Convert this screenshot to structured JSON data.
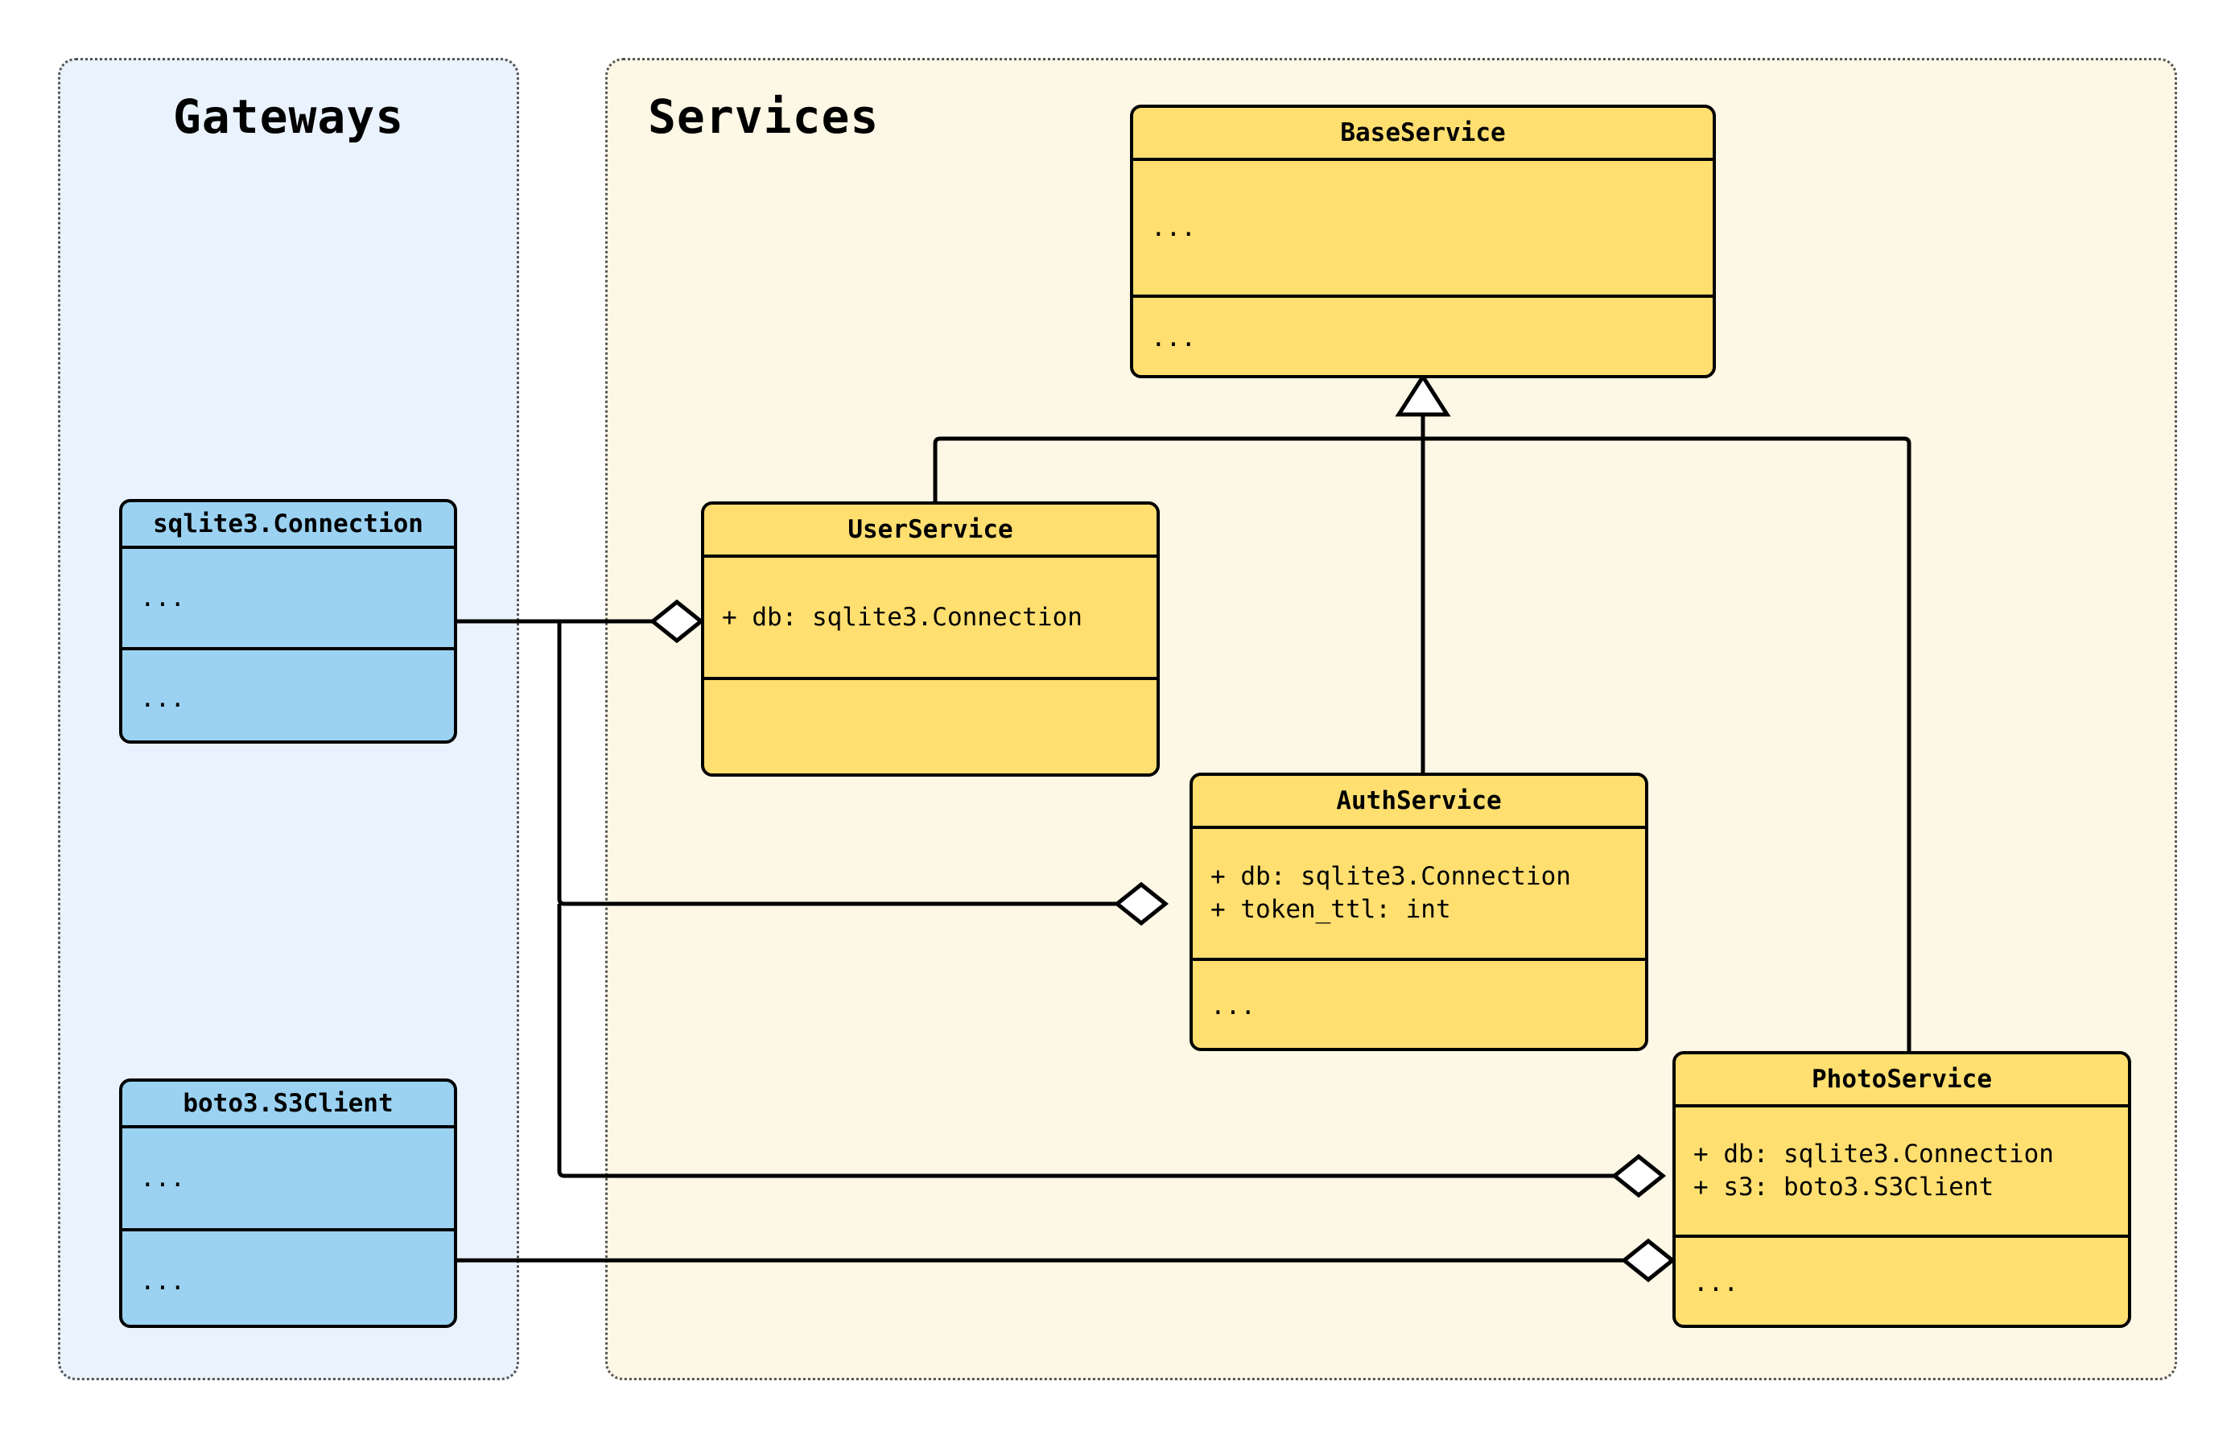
{
  "diagram": {
    "kind": "uml-class-diagram",
    "colors": {
      "class_yellow": "#ffdf70",
      "class_blue": "#9bd2f2",
      "package_gateways_bg": "#eaf3fd",
      "package_services_bg": "#fdf7e5",
      "stroke": "#000000",
      "package_border": "#555555"
    }
  },
  "packages": {
    "gateways": {
      "title": "Gateways"
    },
    "services": {
      "title": "Services"
    }
  },
  "classes": {
    "base_service": {
      "name": "BaseService",
      "attributes": [
        "..."
      ],
      "methods": [
        "..."
      ]
    },
    "user_service": {
      "name": "UserService",
      "attributes": [
        "+ db: sqlite3.Connection"
      ],
      "methods": [
        ""
      ]
    },
    "auth_service": {
      "name": "AuthService",
      "attributes": [
        "+ db: sqlite3.Connection",
        "+ token_ttl: int"
      ],
      "methods": [
        "..."
      ]
    },
    "photo_service": {
      "name": "PhotoService",
      "attributes": [
        "+ db: sqlite3.Connection",
        "+ s3: boto3.S3Client"
      ],
      "methods": [
        "..."
      ]
    },
    "sqlite_connection": {
      "name": "sqlite3.Connection",
      "attributes": [
        "..."
      ],
      "methods": [
        "..."
      ]
    },
    "s3_client": {
      "name": "boto3.S3Client",
      "attributes": [
        "..."
      ],
      "methods": [
        "..."
      ]
    }
  },
  "relations": [
    {
      "type": "generalization",
      "from": "UserService",
      "to": "BaseService",
      "marker": "hollow-triangle"
    },
    {
      "type": "generalization",
      "from": "AuthService",
      "to": "BaseService",
      "marker": "hollow-triangle"
    },
    {
      "type": "generalization",
      "from": "PhotoService",
      "to": "BaseService",
      "marker": "hollow-triangle"
    },
    {
      "type": "aggregation",
      "from": "UserService",
      "to": "sqlite3.Connection",
      "marker": "hollow-diamond"
    },
    {
      "type": "aggregation",
      "from": "AuthService",
      "to": "sqlite3.Connection",
      "marker": "hollow-diamond"
    },
    {
      "type": "aggregation",
      "from": "PhotoService",
      "to": "sqlite3.Connection",
      "marker": "hollow-diamond"
    },
    {
      "type": "aggregation",
      "from": "PhotoService",
      "to": "boto3.S3Client",
      "marker": "hollow-diamond"
    }
  ]
}
